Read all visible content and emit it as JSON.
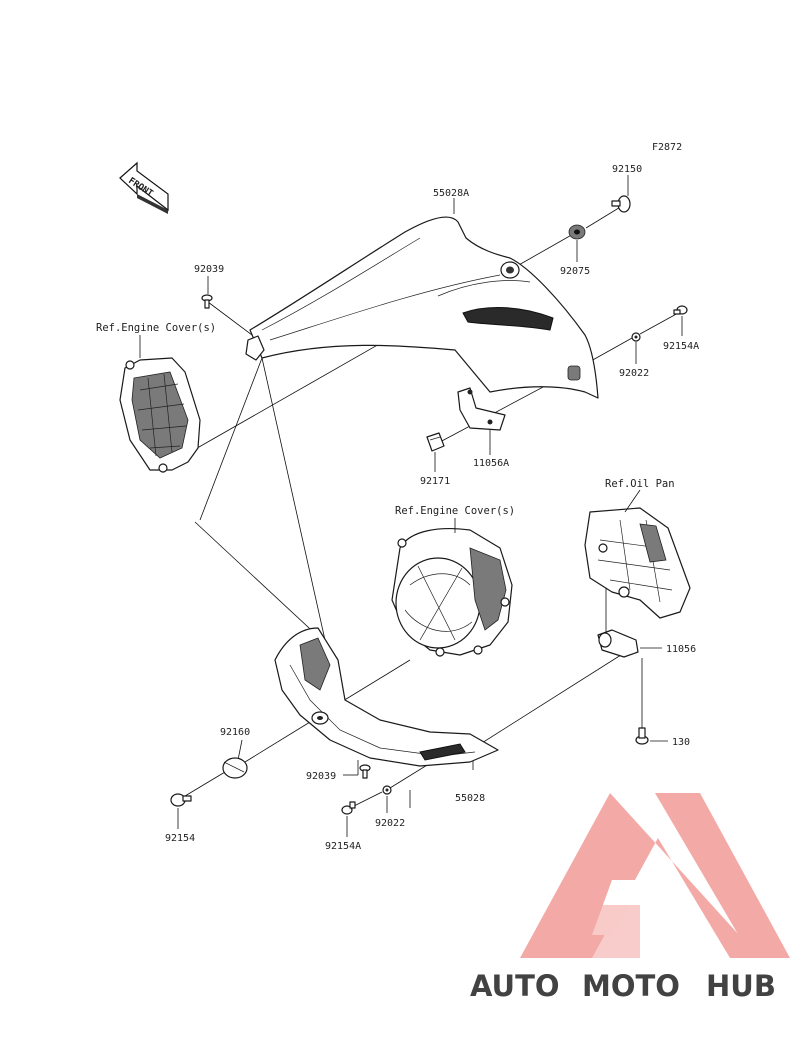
{
  "figure_code": "F2872",
  "front_arrow_text": "FRONT",
  "parts": {
    "p_92150": "92150",
    "p_55028A": "55028A",
    "p_92075": "92075",
    "p_92039_top": "92039",
    "p_92154A_top": "92154A",
    "p_92022_top": "92022",
    "p_92171": "92171",
    "p_11056A": "11056A",
    "p_11056": "11056",
    "p_130": "130",
    "p_92160": "92160",
    "p_92039_bottom": "92039",
    "p_55028": "55028",
    "p_92154": "92154",
    "p_92022_bottom": "92022",
    "p_92154A_bottom": "92154A"
  },
  "refs": {
    "engine_cover_left": "Ref.Engine Cover(s)",
    "engine_cover_center": "Ref.Engine Cover(s)",
    "oil_pan": "Ref.Oil Pan"
  },
  "watermark": {
    "brand_part1": "AUTO",
    "brand_part2": "MOTO",
    "brand_part3": "HUB",
    "color_orange": "#f6c08a",
    "color_red": "#f08c88",
    "color_gray": "#7a7a7a"
  }
}
